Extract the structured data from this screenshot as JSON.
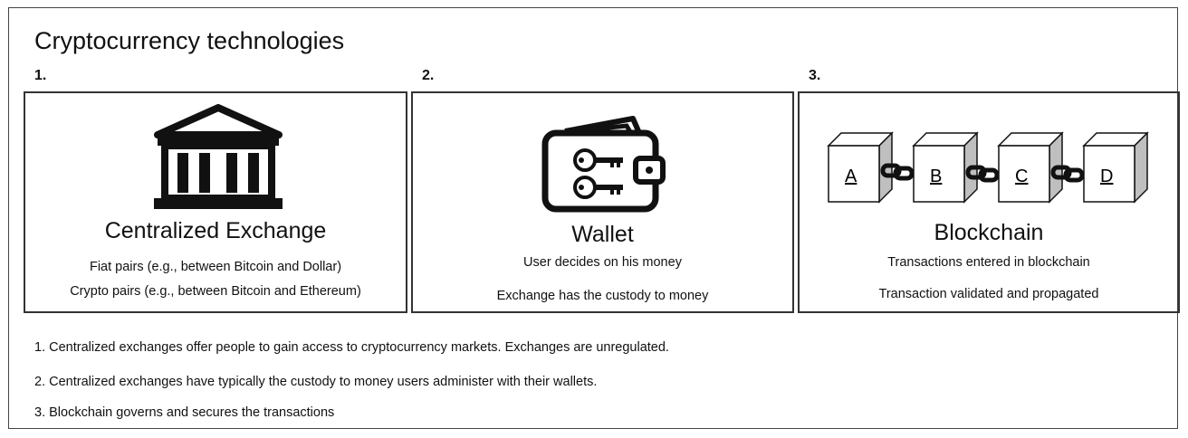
{
  "title": "Cryptocurrency technologies",
  "panels": [
    {
      "number": "1.",
      "heading": "Centralized Exchange",
      "icon": "bank-icon",
      "lines": [
        "Fiat pairs (e.g., between Bitcoin and Dollar)",
        "Crypto pairs (e.g., between Bitcoin and Ethereum)"
      ]
    },
    {
      "number": "2.",
      "heading": "Wallet",
      "icon": "wallet-keys-icon",
      "lines": [
        "User decides on his money",
        "Exchange has the custody to money"
      ]
    },
    {
      "number": "3.",
      "heading": "Blockchain",
      "icon": "chain-blocks-icon",
      "blocks": [
        "A",
        "B",
        "C",
        "D"
      ],
      "lines": [
        "Transactions entered in blockchain",
        "Transaction validated and propagated"
      ]
    }
  ],
  "notes": [
    "1. Centralized exchanges offer people to gain access to cryptocurrency markets. Exchanges are unregulated.",
    "2. Centralized exchanges have typically the custody to money users administer with their wallets.",
    "3. Blockchain governs and secures the transactions"
  ]
}
